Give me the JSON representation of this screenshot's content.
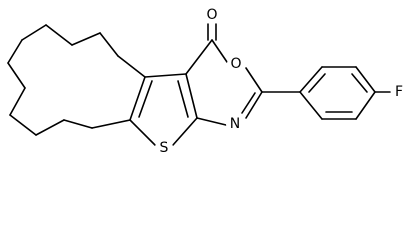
{
  "atoms": {
    "carbonyl_oxygen": "O",
    "ring_oxygen": "O",
    "nitrogen": "N",
    "sulfur": "S",
    "fluorine": "F"
  }
}
